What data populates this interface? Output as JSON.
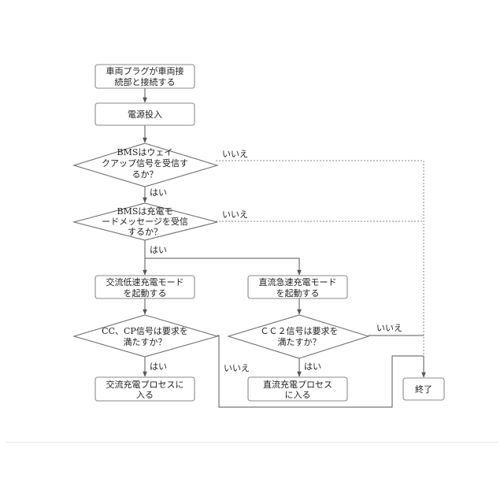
{
  "nodes": {
    "plug_connected": [
      "車両プラグが車両接",
      "続部と接続する"
    ],
    "power_on": [
      "電源投入"
    ],
    "wakeup_check": [
      "BMSはウェイ",
      "クアップ信号を受信す",
      "るか？"
    ],
    "charge_mode_check": [
      "BMSは充電モ",
      "ードメッセージを受信",
      "するか？"
    ],
    "ac_slow_start": [
      "交流低速充電モード",
      "を起動する"
    ],
    "dc_fast_start": [
      "直流急速充電モード",
      "を起動する"
    ],
    "cc_cp_check": [
      "CC、CP信号は要求を",
      "満たすか？"
    ],
    "cc2_check": [
      "ＣＣ２信号は要求を",
      "満たすか？"
    ],
    "ac_process": [
      "交流充電プロセスに",
      "入る"
    ],
    "dc_process": [
      "直流充電プロセス",
      "に入る"
    ],
    "end": [
      "終了"
    ]
  },
  "labels": {
    "yes": "はい",
    "no": "いいえ"
  }
}
